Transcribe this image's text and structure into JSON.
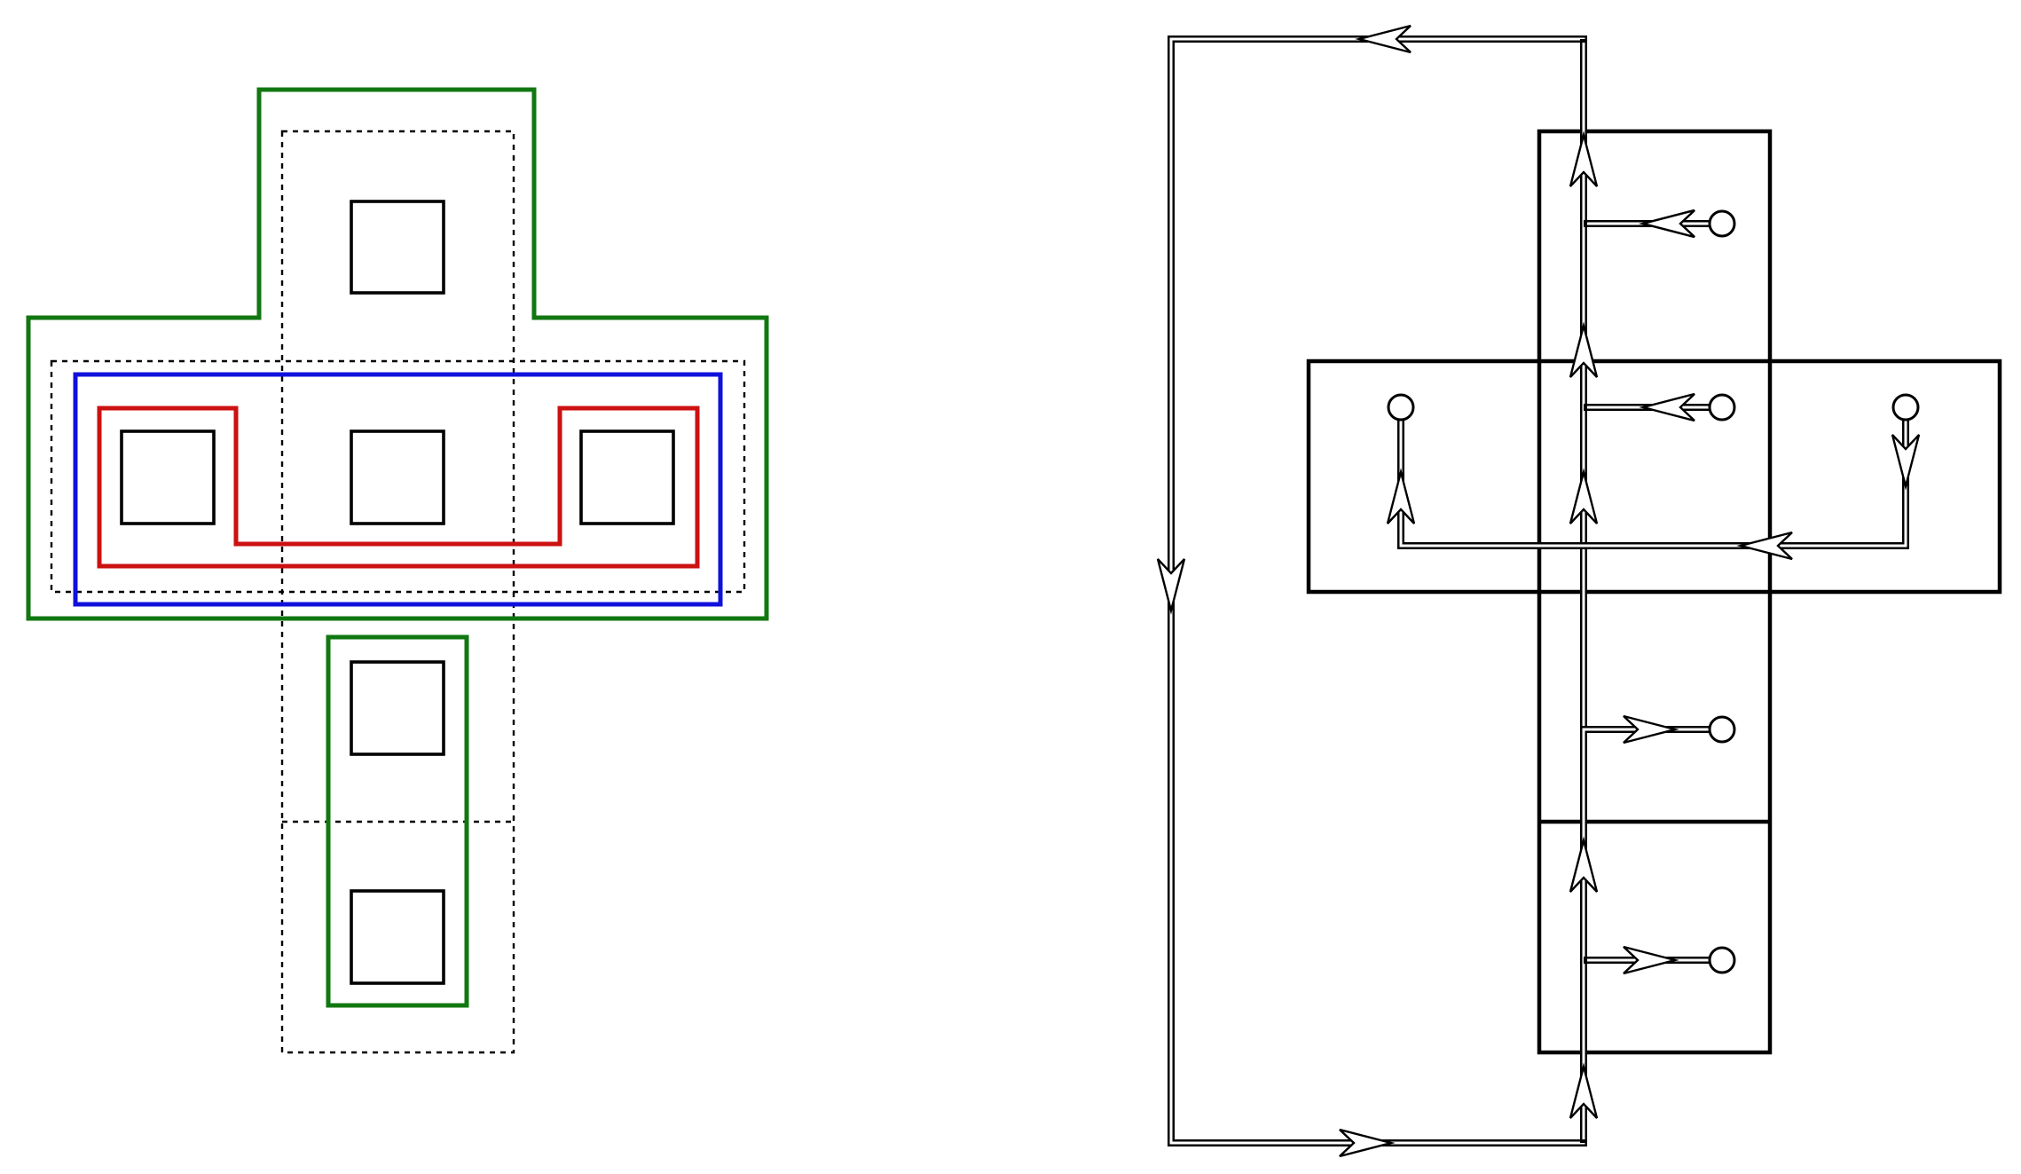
{
  "colors": {
    "green": "#117711",
    "blue": "#1010dd",
    "red": "#cc1111",
    "black": "#000000"
  },
  "left_diagram": {
    "kind": "cross-of-cells-with-colored-groupings",
    "boxes": 6,
    "groupings": [
      "green-cross-outline",
      "blue-row-outline",
      "red-row-outline",
      "green-column-outline"
    ]
  },
  "right_diagram": {
    "kind": "cross-of-cells-with-arrow-paths",
    "cell_markers": 7,
    "arrows": 16
  }
}
